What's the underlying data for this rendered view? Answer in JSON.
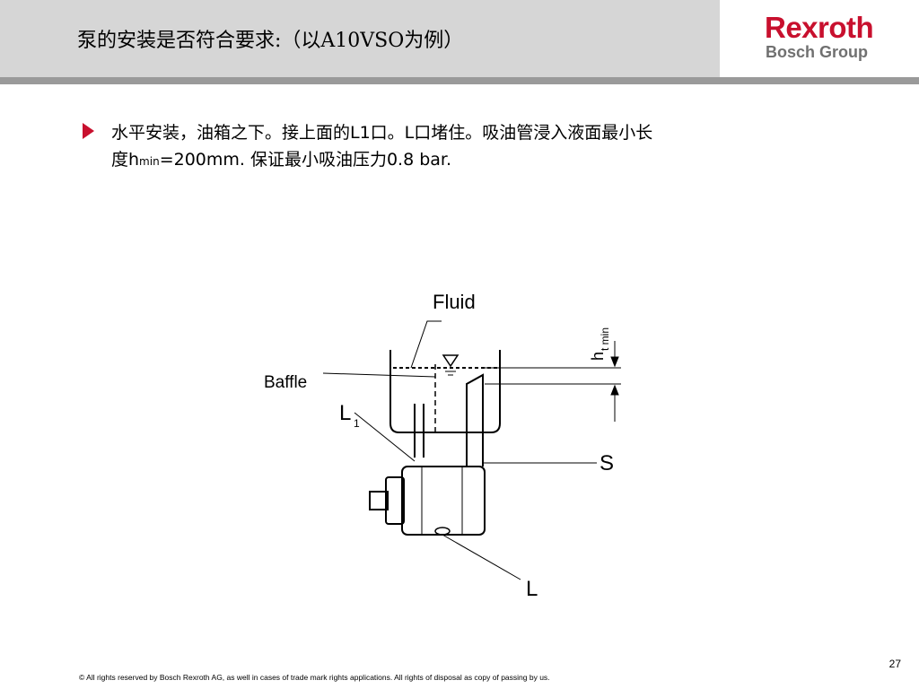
{
  "header": {
    "title": "泵的安装是否符合要求:（以A10VSO为例）",
    "logo_main": "Rexroth",
    "logo_sub": "Bosch Group"
  },
  "colors": {
    "accent": "#c8102e",
    "header_bg": "#d6d6d6",
    "rule": "#9a9a9a"
  },
  "bullet": {
    "icon": "triangle-bullet-icon",
    "line1": "水平安装，油箱之下。接上面的L1口。L口堵住。吸油管浸入液面最小长",
    "line2_prefix": "度h",
    "line2_sub": "min",
    "line2_suffix": "=200mm. 保证最小吸油压力0.8 bar."
  },
  "diagram": {
    "label_fluid": "Fluid",
    "label_baffle": "Baffle",
    "label_L1": "L",
    "label_L1_sub": "1",
    "label_S": "S",
    "label_L": "L",
    "label_ht": "h",
    "label_ht_sub": "t min"
  },
  "footer": {
    "page_number": "27",
    "copyright": "© All rights reserved by Bosch Rexroth AG, as well in cases of trade mark rights applications. All rights of disposal as copy of passing by us."
  }
}
